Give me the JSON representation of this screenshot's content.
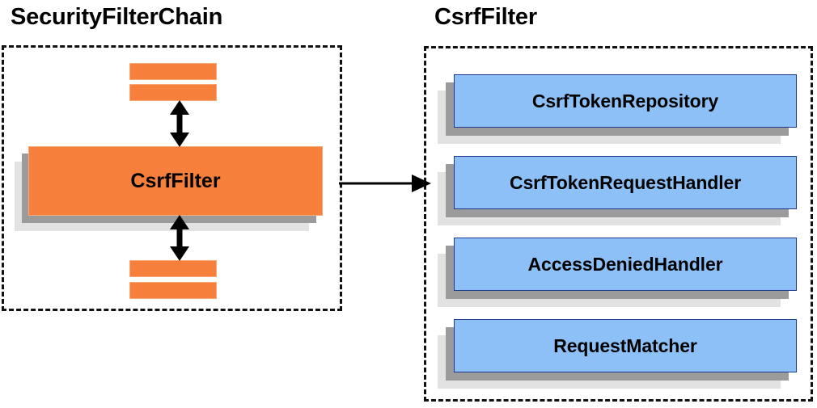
{
  "diagram": {
    "type": "component-collaboration-diagram",
    "background": "#ffffff",
    "colors": {
      "orange_fill": "#f77f3c",
      "orange_border": "#f9a978",
      "blue_fill": "#8cc0f7",
      "blue_border": "#21388f",
      "shadow_near": "#9b9b9b",
      "shadow_far": "#e2e2e2",
      "stroke": "#000000"
    }
  },
  "left_panel": {
    "title": "SecurityFilterChain",
    "filters_above": [
      "",
      ""
    ],
    "highlighted_filter": "CsrfFilter",
    "filters_below": [
      "",
      ""
    ],
    "arrow_up_label": "",
    "arrow_down_label": ""
  },
  "right_panel": {
    "title": "CsrfFilter",
    "collaborators": [
      {
        "label": "CsrfTokenRepository"
      },
      {
        "label": "CsrfTokenRequestHandler"
      },
      {
        "label": "AccessDeniedHandler"
      },
      {
        "label": "RequestMatcher"
      }
    ]
  },
  "connector": {
    "from": "CsrfFilter",
    "to": "CsrfFilter collaborators",
    "direction": "right",
    "label": ""
  }
}
